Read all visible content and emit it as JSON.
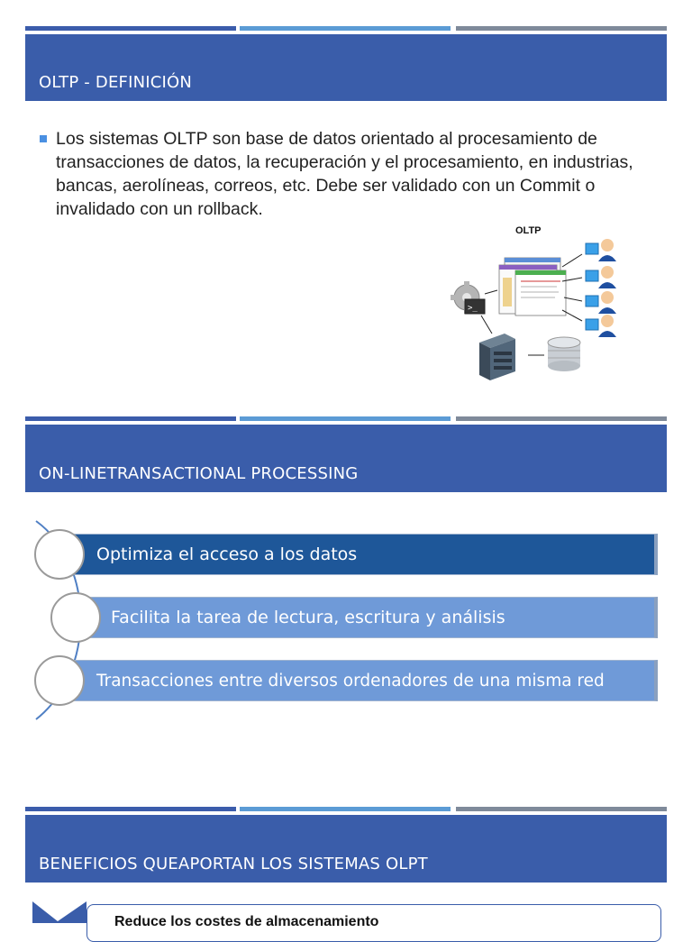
{
  "slide1": {
    "title": "OLTP - DEFINICIÓN",
    "bullet": "Los sistemas OLTP son base de datos orientado al procesamiento de transacciones de datos, la recuperación y el procesamiento, en industrias, bancas, aerolíneas, correos, etc. Debe ser validado con un Commit o invalidado con un rollback.",
    "diagram_label": "OLTP"
  },
  "slide2": {
    "title": "ON-LINETRANSACTIONAL PROCESSING",
    "items": [
      "Optimiza el acceso a los datos",
      "Facilita la tarea de lectura, escritura y análisis",
      "Transacciones entre diversos ordenadores de una misma red"
    ]
  },
  "slide3": {
    "title": "BENEFICIOS QUEAPORTAN LOS SISTEMAS OLPT",
    "partial_text": "Reduce los costes de almacenamiento"
  },
  "colors": {
    "banner": "#3a5daa",
    "dark_item": "#1e5799",
    "light_item": "#6f9ad8",
    "bullet": "#4a90e2"
  },
  "icons": [
    "gear-icon",
    "terminal-icon",
    "server-icon",
    "database-icon",
    "user-icon"
  ]
}
